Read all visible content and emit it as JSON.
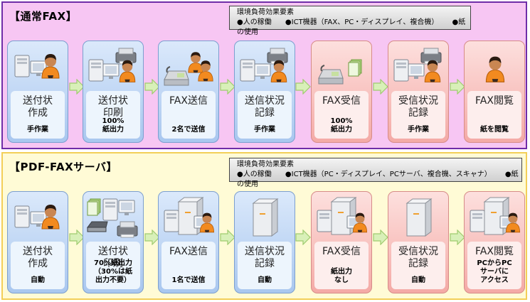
{
  "sections": [
    {
      "title": "【通常FAX】",
      "legend": {
        "heading": "環境負荷効果要素",
        "items": [
          "●人の稼働",
          "●ICT機器（FAX、PC・ディスプレイ、複合機）",
          "●紙の使用"
        ]
      },
      "steps": [
        {
          "title": "送付状\n作成",
          "sub": "手作業",
          "color": "blue",
          "icon": "pc-and-person-icon"
        },
        {
          "title": "送付状\n印刷",
          "sub": "100%\n紙出力",
          "color": "blue",
          "icon": "pc-printer-person-icon"
        },
        {
          "title": "FAX送信",
          "sub": "2名で送信",
          "color": "blue",
          "icon": "two-people-fax-icon"
        },
        {
          "title": "送信状況\n記録",
          "sub": "手作業",
          "color": "blue",
          "icon": "pc-printer-person-icon"
        },
        {
          "title": "FAX受信",
          "sub": "100%\n紙出力",
          "color": "pink",
          "icon": "fax-machine-paper-icon"
        },
        {
          "title": "受信状況\n記録",
          "sub": "手作業",
          "color": "pink",
          "icon": "pc-printer-person-icon"
        },
        {
          "title": "FAX閲覧",
          "sub": "紙を閲覧",
          "color": "pink",
          "icon": "person-icon"
        }
      ]
    },
    {
      "title": "【PDF-FAXサーバ】",
      "legend": {
        "heading": "環境負荷効果要素",
        "items": [
          "●人の稼働",
          "●ICT機器（PC・ディスプレイ、PCサーバ、複合機、スキャナ）",
          "●紙の使用"
        ]
      },
      "steps": [
        {
          "title": "送付状\n作成",
          "sub": "自動",
          "color": "blue",
          "icon": "pc-and-person-icon"
        },
        {
          "title": "送付状\n印刷",
          "sub": "70%紙出力\n（30%は紙\n出力不要）",
          "color": "blue",
          "icon": "pc-scanner-printer-icon"
        },
        {
          "title": "FAX送信",
          "sub": "1名で送信",
          "color": "blue",
          "icon": "pc-server-person-icon"
        },
        {
          "title": "送信状況\n記録",
          "sub": "自動",
          "color": "blue",
          "icon": "server-icon"
        },
        {
          "title": "FAX受信",
          "sub": "紙出力\nなし",
          "color": "pink",
          "icon": "pc-server-person-icon"
        },
        {
          "title": "受信状況\n記録",
          "sub": "自動",
          "color": "pink",
          "icon": "server-icon"
        },
        {
          "title": "FAX閲覧",
          "sub": "PCからPC\nサーバに\nアクセス",
          "color": "pink",
          "icon": "pc-server-person-icon"
        }
      ]
    }
  ],
  "colors": {
    "blue_card": "#a9c7ef",
    "pink_card": "#f4aaa6",
    "section1_bg": "#f7c6f3",
    "section1_border": "#6f2da8",
    "section2_bg": "#fffbd6",
    "section2_border": "#f3cf58",
    "arrow": "#d8f0b8"
  }
}
